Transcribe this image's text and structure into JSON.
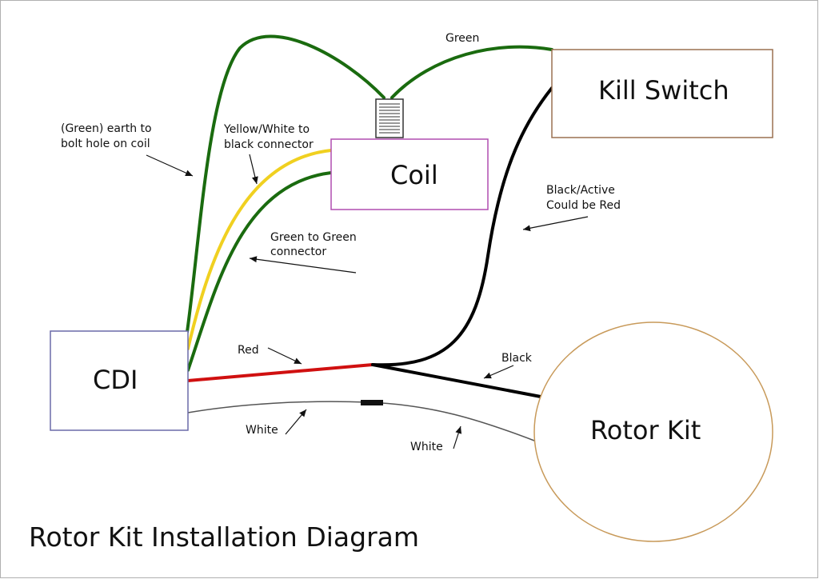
{
  "title": "Rotor Kit Installation Diagram",
  "components": {
    "cdi": "CDI",
    "coil": "Coil",
    "kill_switch": "Kill Switch",
    "rotor_kit": "Rotor Kit"
  },
  "labels": {
    "green_top": "Green",
    "earth_line1": "(Green) earth to",
    "earth_line2": "bolt hole on coil",
    "yellow_line1": "Yellow/White to",
    "yellow_line2": "black connector",
    "green_conn_line1": "Green to Green",
    "green_conn_line2": "connector",
    "black_active_line1": "Black/Active",
    "black_active_line2": "Could be Red",
    "red": "Red",
    "black": "Black",
    "white_left": "White",
    "white_right": "White"
  },
  "colors": {
    "green_wire": "#1a6b0f",
    "yellow_wire": "#f0d020",
    "red_wire": "#d01010",
    "black_wire": "#000000",
    "white_wire": "#555555",
    "cdi_border": "#6a6aa8",
    "coil_border": "#b04db0",
    "kill_switch_border": "#9a7050",
    "rotor_border": "#c89a5a"
  }
}
